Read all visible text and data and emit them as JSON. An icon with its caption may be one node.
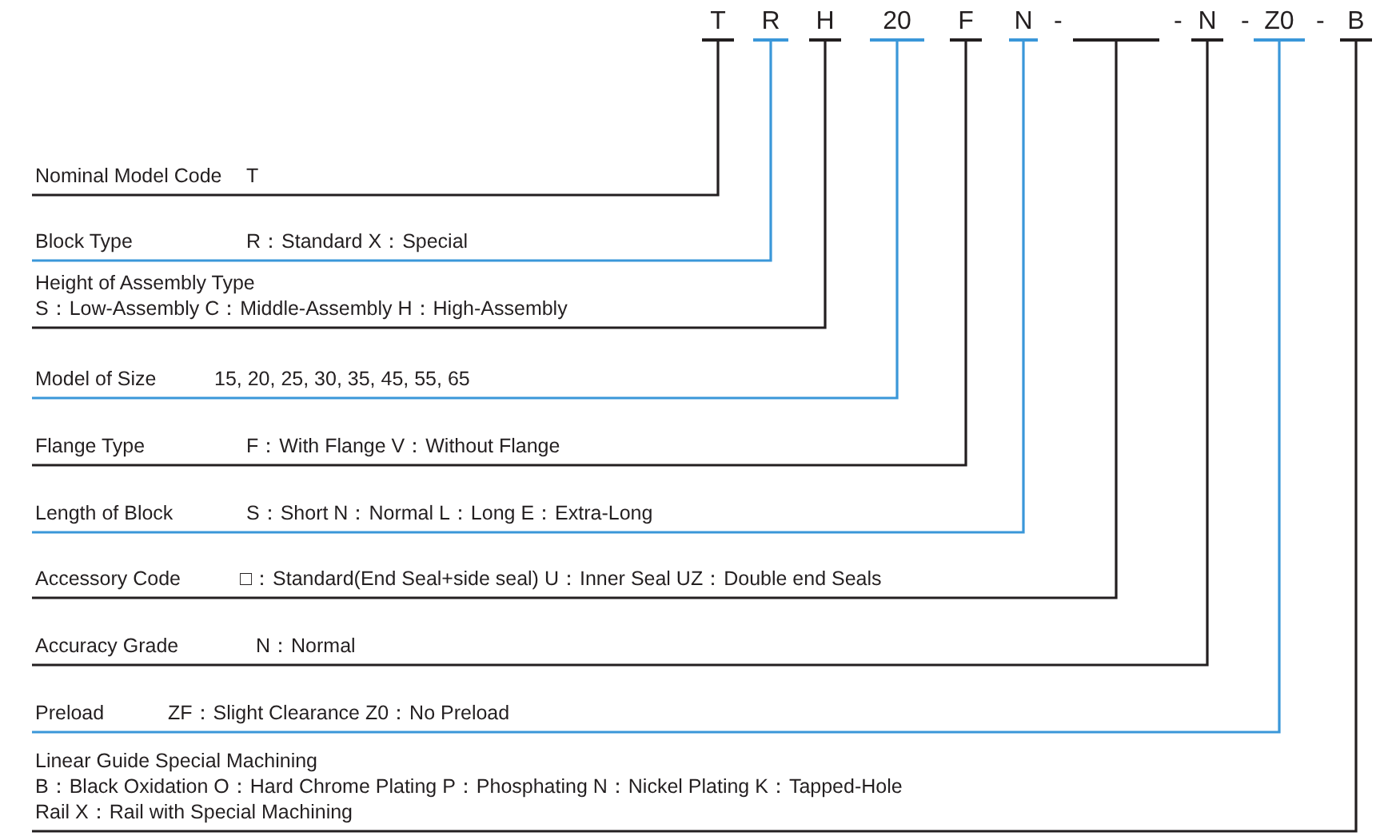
{
  "diagram": {
    "nodes": [
      {
        "text": [
          "T"
        ]
      },
      {
        "text": [
          "R"
        ]
      },
      {
        "text": [
          "H"
        ]
      },
      {
        "text": [
          "20"
        ]
      },
      {
        "text": [
          "F"
        ]
      },
      {
        "text": [
          "N"
        ]
      },
      {
        "text": [],
        "shape": "bar"
      },
      {
        "text": [
          "N"
        ]
      },
      {
        "text": [
          "Z0"
        ]
      },
      {
        "text": [
          "B"
        ]
      },
      {
        "text": [
          "Nominal Model Code",
          "T"
        ]
      },
      {
        "text": [
          "Block Type",
          "R：Standard X：Special"
        ]
      },
      {
        "text": [
          "Height of Assembly Type",
          "S：Low-Assembly C：Middle-Assembly H：High-Assembly"
        ]
      },
      {
        "text": [
          "Model of Size",
          "15, 20, 25, 30, 35, 45, 55, 65"
        ]
      },
      {
        "text": [
          "Flange Type",
          "F：With Flange V：Without Flange"
        ]
      },
      {
        "text": [
          "Length of Block",
          "S：Short N：Normal L：Long E：Extra-Long"
        ]
      },
      {
        "text": [
          "Accessory Code",
          "□：Standard(End Seal+side seal) U：Inner Seal UZ：Double end Seals"
        ]
      },
      {
        "text": [
          "Accuracy Grade",
          "N：Normal"
        ]
      },
      {
        "text": [
          "Preload",
          "ZF：Slight Clearance Z0：No Preload"
        ]
      },
      {
        "text": [
          "Linear Guide Special Machining",
          "B：Black Oxidation O：Hard Chrome Plating P：Phosphating N：Nickel Plating K：Tapped-Hole Rail X：Rail with Special Machining"
        ]
      }
    ],
    "edges": [
      {
        "from": 10,
        "to": 0,
        "arrow": "none"
      },
      {
        "from": 11,
        "to": 1,
        "arrow": "none",
        "color": "#3a97d9"
      },
      {
        "from": 12,
        "to": 2,
        "arrow": "none"
      },
      {
        "from": 13,
        "to": 3,
        "arrow": "none",
        "color": "#3a97d9"
      },
      {
        "from": 14,
        "to": 4,
        "arrow": "none"
      },
      {
        "from": 15,
        "to": 5,
        "arrow": "none",
        "color": "#3a97d9"
      },
      {
        "from": 16,
        "to": 6,
        "arrow": "none"
      },
      {
        "from": 17,
        "to": 7,
        "arrow": "none"
      },
      {
        "from": 18,
        "to": 8,
        "arrow": "none",
        "color": "#3a97d9"
      },
      {
        "from": 19,
        "to": 9,
        "arrow": "none"
      }
    ],
    "labels": [
      "-",
      "-",
      "-",
      "-"
    ]
  }
}
